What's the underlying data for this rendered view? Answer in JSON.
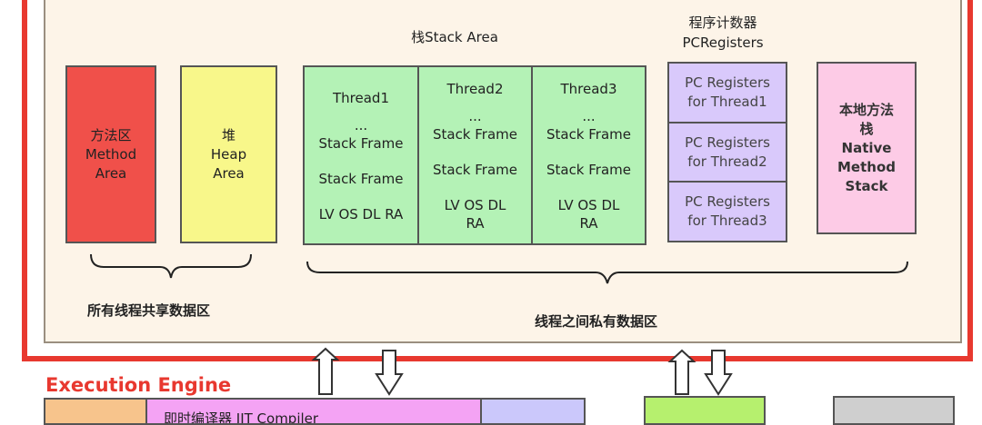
{
  "shared_areas": {
    "method": {
      "cn": "方法区",
      "en1": "Method",
      "en2": "Area"
    },
    "heap": {
      "cn": "堆",
      "en1": "Heap",
      "en2": "Area"
    },
    "caption": "所有线程共享数据区"
  },
  "stack_area": {
    "title": "栈Stack Area",
    "threads": [
      {
        "name": "Thread1",
        "dots": "...",
        "frame1": "Stack Frame",
        "frame2": "Stack Frame",
        "vars": "LV OS DL RA"
      },
      {
        "name": "Thread2",
        "dots": "...",
        "frame1": "Stack Frame",
        "frame2": "Stack Frame",
        "vars1": "LV OS DL",
        "vars2": "RA"
      },
      {
        "name": "Thread3",
        "dots": "...",
        "frame1": "Stack Frame",
        "frame2": "Stack Frame",
        "vars1": "LV OS DL",
        "vars2": "RA"
      }
    ]
  },
  "pc_registers": {
    "title_cn": "程序计数器",
    "title_en": "PCRegisters",
    "items": [
      {
        "line1": "PC Registers",
        "line2": "for Thread1"
      },
      {
        "line1": "PC Registers",
        "line2": "for Thread2"
      },
      {
        "line1": "PC Registers",
        "line2": "for Thread3"
      }
    ]
  },
  "native_stack": {
    "cn1": "本地方法",
    "cn2": "栈",
    "en1": "Native",
    "en2": "Method",
    "en3": "Stack"
  },
  "private_caption": "线程之间私有数据区",
  "execution_engine": {
    "label": "Execution Engine",
    "jit_label": "即时编译器 JIT Compiler"
  },
  "colors": {
    "frame_red": "#e8382f",
    "method_area": "#f0504a",
    "heap_area": "#f8f78a",
    "stack_green": "#b4f2b6",
    "pc_purple": "#d9c9fb",
    "native_pink": "#fdcbe6"
  }
}
